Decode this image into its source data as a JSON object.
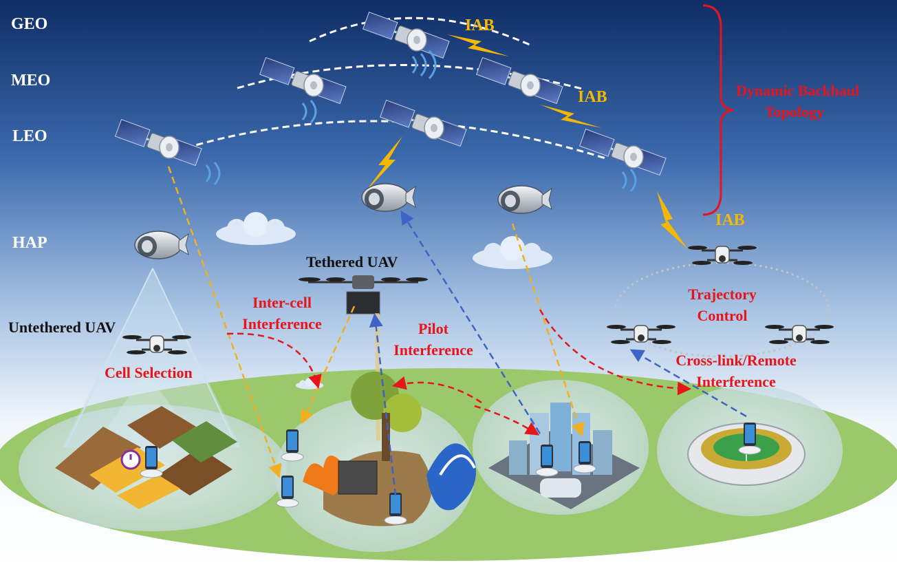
{
  "orbit_labels": {
    "geo": "GEO",
    "meo": "MEO",
    "leo": "LEO",
    "hap": "HAP"
  },
  "iab_label": "IAB",
  "annotations": {
    "dynamic_backhaul_line1": "Dynamic Backhaul",
    "dynamic_backhaul_line2": "Topology",
    "tethered_uav": "Tethered UAV",
    "untethered_uav": "Untethered UAV",
    "intercell_line1": "Inter-cell",
    "intercell_line2": "Interference",
    "pilot_line1": "Pilot",
    "pilot_line2": "Interference",
    "trajectory_line1": "Trajectory",
    "trajectory_line2": "Control",
    "crosslink_line1": "Cross-link/Remote",
    "crosslink_line2": "Interference",
    "cell_selection": "Cell Selection"
  },
  "colors": {
    "sky_top": "#0f2d66",
    "sky_bottom": "#ffffff",
    "ground": "#9bc86a",
    "red": "#e8141c",
    "iab": "#f5b800",
    "orange_link": "#f0b020",
    "blue_link": "#3d63c4",
    "orbit_line": "#ffffff"
  },
  "icons": [
    "satellite-icon",
    "hap-airship-icon",
    "uav-drone-icon",
    "tethered-uav-icon",
    "cloud-icon",
    "smartphone-icon",
    "farmland-icon",
    "disaster-zone-icon",
    "city-icon",
    "stadium-icon",
    "lightning-icon",
    "signal-wave-icon"
  ]
}
